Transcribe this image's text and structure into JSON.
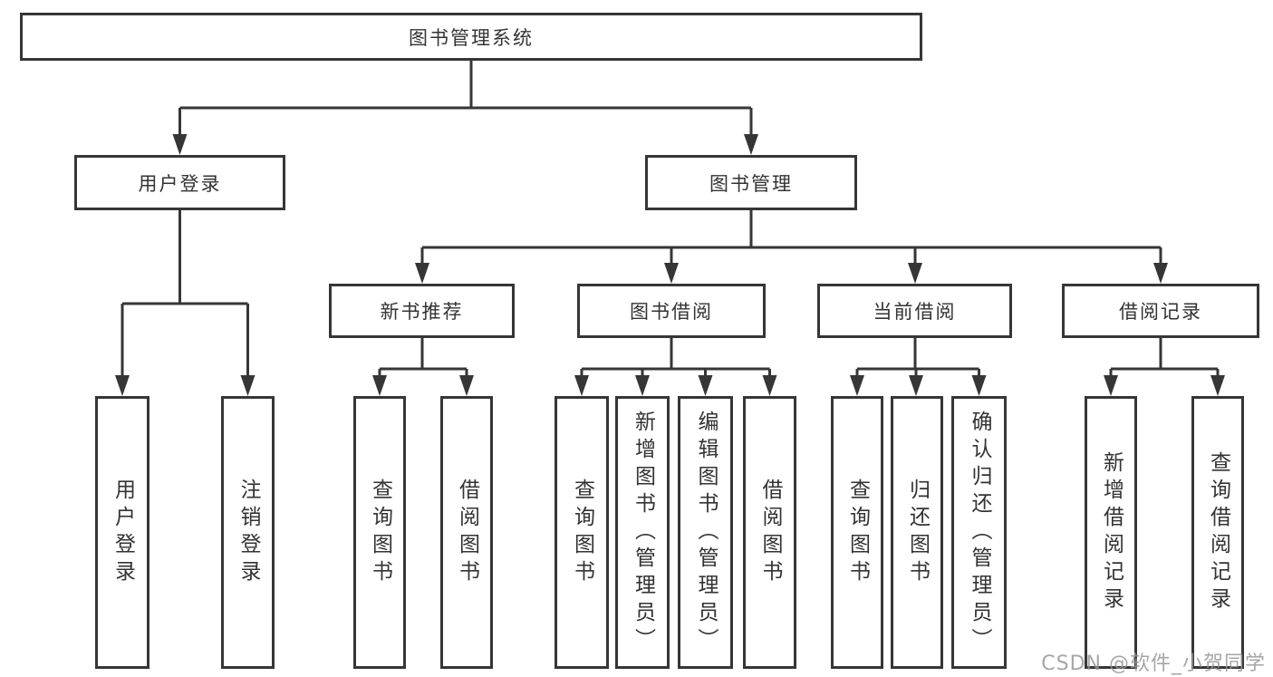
{
  "diagram": {
    "root": "图书管理系统",
    "level2": {
      "user_login": "用户登录",
      "book_management": "图书管理"
    },
    "level3": {
      "new_book_recommend": "新书推荐",
      "book_borrowing": "图书借阅",
      "current_borrowing": "当前借阅",
      "borrowing_records": "借阅记录"
    },
    "leaves": {
      "user_login": [
        "用户登录",
        "注销登录"
      ],
      "new_book_recommend": [
        "查询图书",
        "借阅图书"
      ],
      "book_borrowing": [
        "查询图书",
        "新增图书（管理员）",
        "编辑图书（管理员）",
        "借阅图书"
      ],
      "current_borrowing": [
        "查询图书",
        "归还图书",
        "确认归还（管理员）"
      ],
      "borrowing_records": [
        "新增借阅记录",
        "查询借阅记录"
      ]
    }
  },
  "watermark": "CSDN @软件_小贺同学",
  "colors": {
    "line": "#363636",
    "text": "#333333",
    "box_background": "#ffffff",
    "watermark": "#969696"
  }
}
